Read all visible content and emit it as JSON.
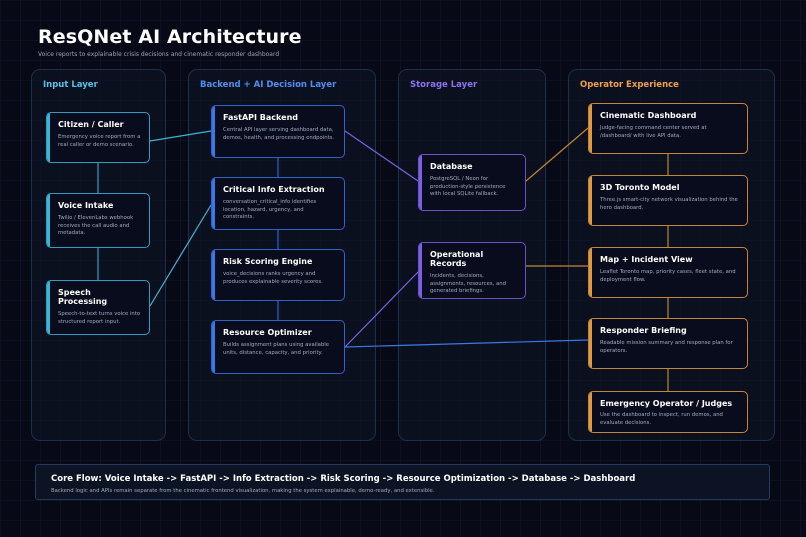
{
  "header": {
    "title": "ResQNet AI Architecture",
    "subtitle": "Voice reports to explainable crisis decisions and cinematic responder dashboard"
  },
  "colors": {
    "input": "#38b6d8",
    "backend": "#3a78e6",
    "storage": "#7b61e0",
    "operator": "#e29a3e",
    "background": "#070a16"
  },
  "layers": {
    "input": {
      "title": "Input Layer",
      "nodes": [
        {
          "title": "Citizen / Caller",
          "desc": "Emergency voice report from a real caller or demo scenario."
        },
        {
          "title": "Voice Intake",
          "desc": "Twilio / ElevenLabs webhook receives the call audio and metadata."
        },
        {
          "title": "Speech Processing",
          "desc": "Speech-to-text turns voice into structured report input."
        }
      ]
    },
    "backend": {
      "title": "Backend + AI Decision Layer",
      "nodes": [
        {
          "title": "FastAPI Backend",
          "desc": "Central API layer serving dashboard data, demos, health, and processing endpoints."
        },
        {
          "title": "Critical Info Extraction",
          "desc": "conversation_critical_info identifies location, hazard, urgency, and constraints."
        },
        {
          "title": "Risk Scoring Engine",
          "desc": "voice_decisions ranks urgency and produces explainable severity scores."
        },
        {
          "title": "Resource Optimizer",
          "desc": "Builds assignment plans using available units, distance, capacity, and priority."
        }
      ]
    },
    "storage": {
      "title": "Storage Layer",
      "nodes": [
        {
          "title": "Database",
          "desc": "PostgreSQL / Neon for production-style persistence with local SQLite fallback."
        },
        {
          "title": "Operational Records",
          "desc": "Incidents, decisions, assignments, resources, and generated briefings."
        }
      ]
    },
    "operator": {
      "title": "Operator Experience",
      "nodes": [
        {
          "title": "Cinematic Dashboard",
          "desc": "Judge-facing command center served at /dashboard/ with live API data."
        },
        {
          "title": "3D Toronto Model",
          "desc": "Three.js smart-city network visualization behind the hero dashboard."
        },
        {
          "title": "Map + Incident View",
          "desc": "Leaflet Toronto map, priority cases, fleet state, and deployment flow."
        },
        {
          "title": "Responder Briefing",
          "desc": "Readable mission summary and response plan for operators."
        },
        {
          "title": "Emergency Operator / Judges",
          "desc": "Use the dashboard to inspect, run demos, and evaluate decisions."
        }
      ]
    }
  },
  "core_flow": {
    "title": "Core Flow: Voice Intake -> FastAPI -> Info Extraction -> Risk Scoring -> Resource Optimization -> Database -> Dashboard",
    "desc": "Backend logic and APIs remain separate from the cinematic frontend visualization, making the system explainable, demo-ready, and extensible."
  }
}
